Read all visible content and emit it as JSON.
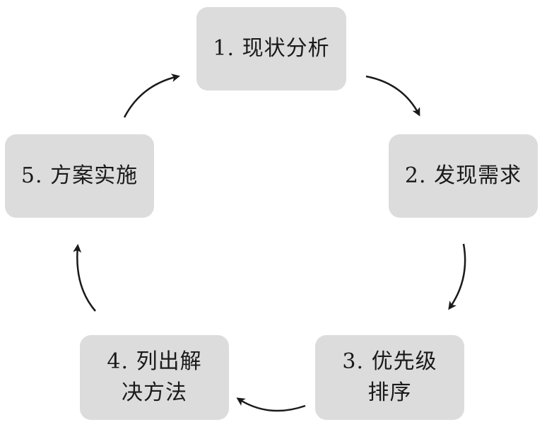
{
  "cycle": {
    "steps": [
      {
        "label": "1. 现状分析"
      },
      {
        "label": "2. 发现需求"
      },
      {
        "label": "3. 优先级排序"
      },
      {
        "label": "4. 列出解决方法"
      },
      {
        "label": "5. 方案实施"
      }
    ]
  },
  "colors": {
    "box_fill": "#dcdcdc",
    "arrow": "#1a1a1a",
    "text": "#1a1a1a"
  }
}
